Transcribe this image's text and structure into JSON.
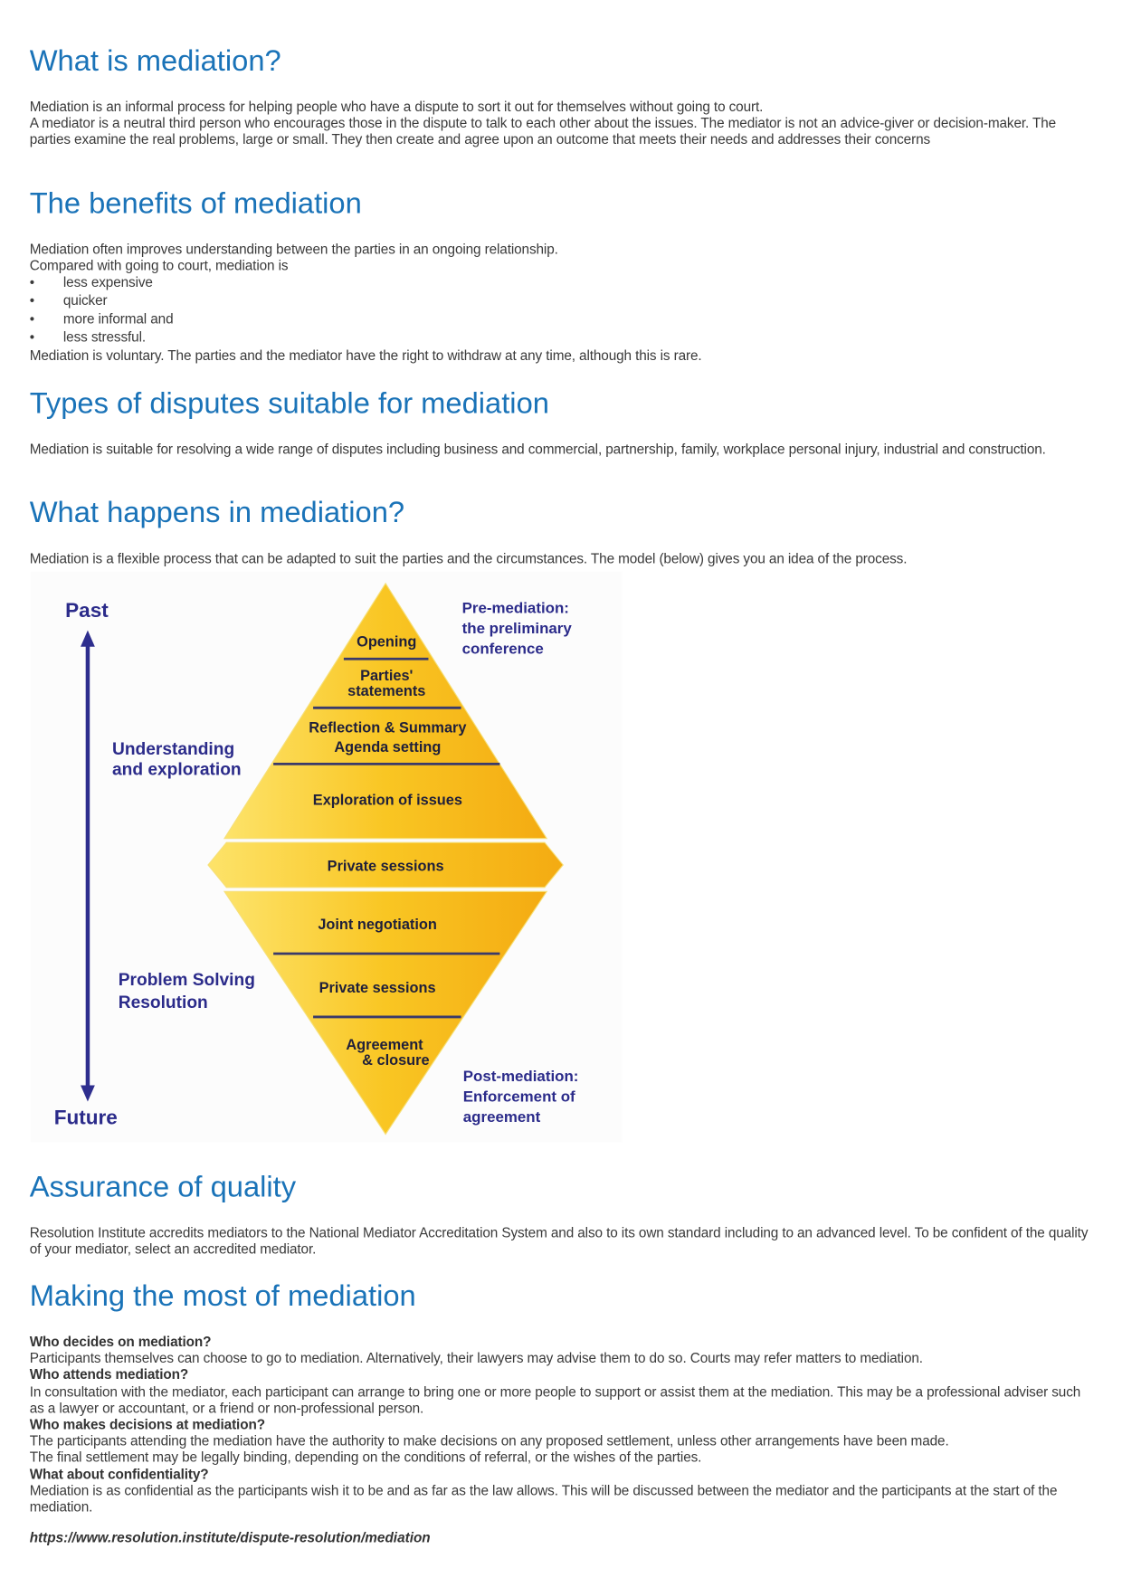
{
  "sections": [
    {
      "title": "What is mediation?",
      "paras": [
        "Mediation is an informal process for helping people who have a dispute to sort it out for themselves without going to court.",
        "A mediator is a neutral third person who encourages those in the dispute to talk to each other about the issues. The mediator is not an advice-giver or decision-maker. The parties examine the real problems, large or small. They then create and agree upon an outcome that meets their needs and addresses their concerns"
      ]
    },
    {
      "title": "The benefits of mediation",
      "paras": [
        "Mediation often improves understanding between the parties in an ongoing relationship.",
        "Compared with going to court, mediation is"
      ],
      "bullets": [
        "less expensive",
        "quicker",
        "more informal and",
        "less stressful."
      ],
      "after": "Mediation is voluntary. The parties and the mediator have the right to withdraw at any time, although this is rare."
    },
    {
      "title": "Types of disputes suitable for mediation",
      "paras": [
        "Mediation is suitable for resolving a wide range of disputes including business and commercial, partnership, family, workplace personal injury, industrial and construction."
      ]
    },
    {
      "title": "What happens in mediation?",
      "paras": [
        "Mediation is a flexible process that can be adapted to suit the parties and the circumstances. The model (below) gives you an idea of the process."
      ]
    },
    {
      "title": "Assurance of quality",
      "paras": [
        "Resolution Institute accredits mediators to the National Mediator Accreditation System and also to its own standard including to an advanced level. To be confident of the quality of your mediator, select an accredited mediator."
      ]
    },
    {
      "title": "Making the most of mediation",
      "qa": [
        {
          "q": "Who decides on mediation?",
          "a": [
            "Participants themselves can choose to go to mediation. Alternatively, their lawyers may advise them to do so. Courts may refer matters to mediation."
          ]
        },
        {
          "q": "Who attends mediation?",
          "a": [
            "In consultation with the mediator, each participant can arrange to bring one or more people to support or assist them at the mediation. This may be a professional adviser such as a lawyer or accountant, or a friend or non-professional person."
          ]
        },
        {
          "q": "Who makes decisions at mediation?",
          "a": [
            "The participants attending the mediation have the authority to make decisions on any proposed settlement, unless other arrangements have been made.",
            "The final settlement may be legally binding, depending on the conditions of referral, or the wishes of the parties."
          ]
        },
        {
          "q": "What about confidentiality?",
          "a": [
            "Mediation is as confidential as the participants wish it to be and as far as the law allows. This will be discussed between the mediator and the participants at the start of the mediation."
          ]
        }
      ]
    }
  ],
  "diagram": {
    "past": "Past",
    "future": "Future",
    "understanding": [
      "Understanding",
      "and exploration"
    ],
    "problem": [
      "Problem Solving",
      "Resolution"
    ],
    "pre": [
      "Pre-mediation:",
      "the preliminary",
      "conference"
    ],
    "post": [
      "Post-mediation:",
      "Enforcement of",
      "agreement"
    ],
    "stages": {
      "opening": "Opening",
      "parties1": "Parties'",
      "parties2": "statements",
      "reflection": "Reflection & Summary",
      "agenda": "Agenda setting",
      "exploration": "Exploration of issues",
      "private1": "Private sessions",
      "joint": "Joint negotiation",
      "private2": "Private sessions",
      "agreement1": "Agreement",
      "agreement2": "& closure"
    }
  },
  "url": "https://www.resolution.institute/dispute-resolution/mediation",
  "colors": {
    "heading": "#1a73b8",
    "diagram_text": "#2b2b8a",
    "diamond": "#f9c623"
  }
}
